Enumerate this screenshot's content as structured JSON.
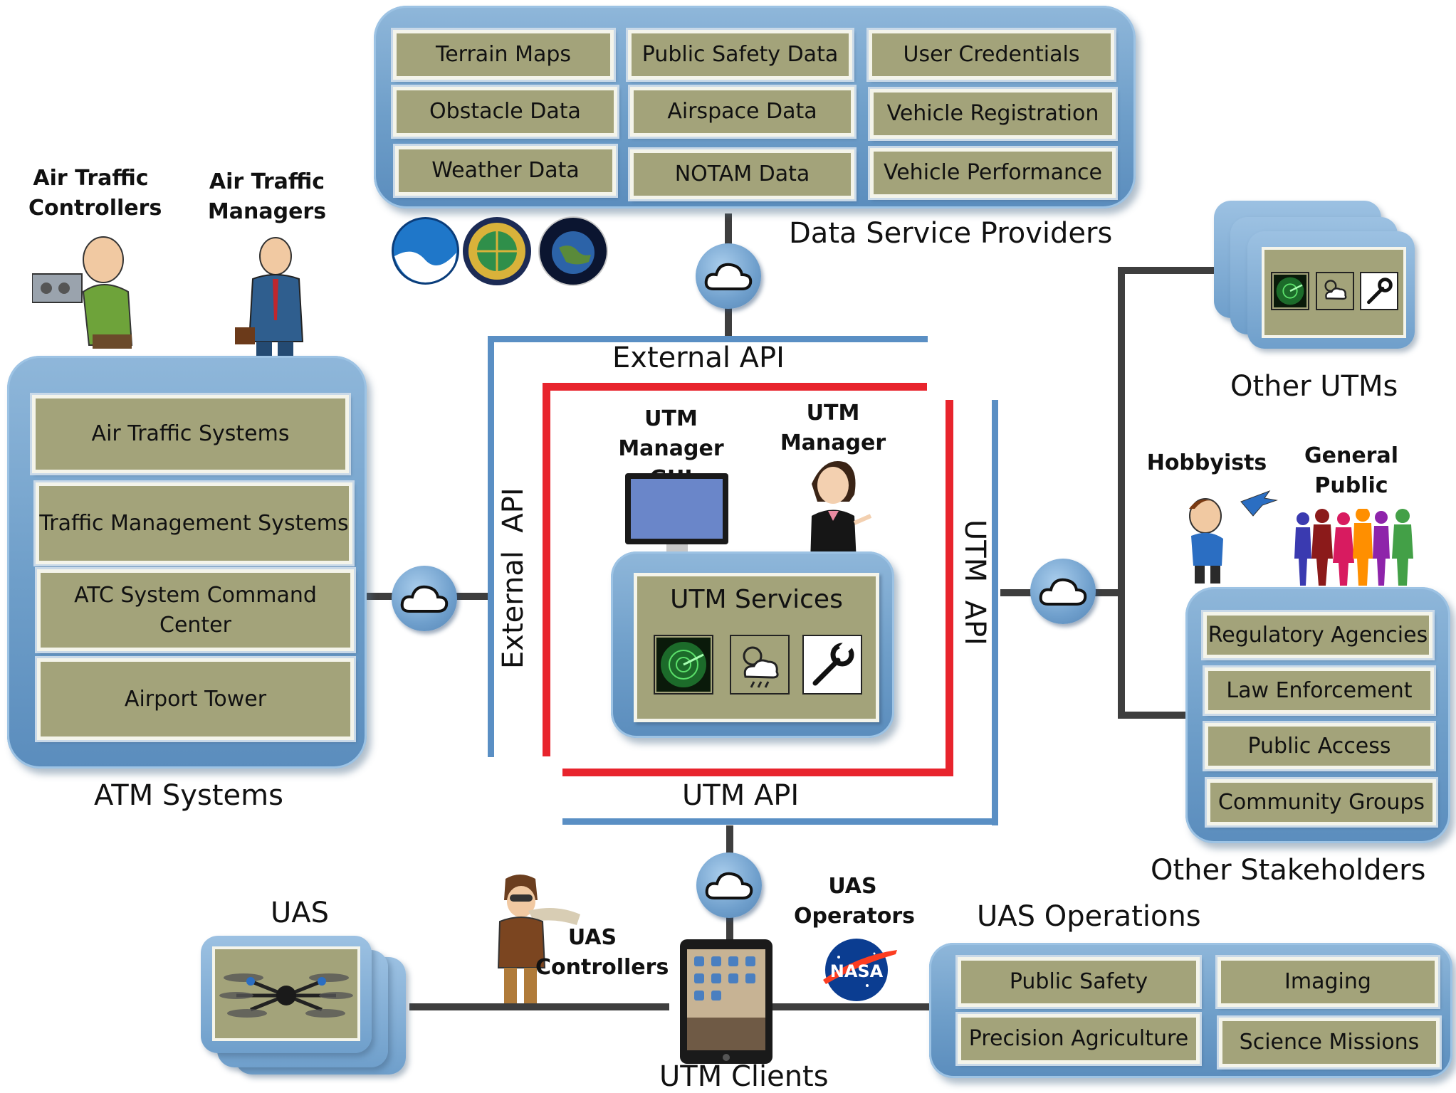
{
  "data_service_providers": {
    "title": "Data Service Providers",
    "items": [
      "Terrain Maps",
      "Public Safety Data",
      "User Credentials",
      "Obstacle Data",
      "Airspace Data",
      "Vehicle Registration",
      "Weather Data",
      "NOTAM Data",
      "Vehicle Performance"
    ],
    "logos": [
      "noaa-logo",
      "faa-logo",
      "nga-logo"
    ]
  },
  "atm": {
    "title": "ATM Systems",
    "items": [
      "Air Traffic Systems",
      "Traffic Management Systems",
      "ATC System Command Center",
      "Airport Tower"
    ],
    "people": [
      "Air Traffic Controllers",
      "Air Traffic Managers"
    ]
  },
  "core": {
    "external_api_top": "External API",
    "external_api_side": "External  API",
    "utm_api_side": "UTM  API",
    "utm_api_bottom": "UTM API",
    "gui_label": "UTM Manager GUI",
    "manager_label": "UTM Manager",
    "services_title": "UTM Services",
    "service_icons": [
      "radar-icon",
      "weather-icon",
      "wrench-icon"
    ]
  },
  "other_utms": {
    "title": "Other UTMs",
    "icons": [
      "radar-icon",
      "weather-icon",
      "wrench-icon"
    ]
  },
  "stakeholders": {
    "title": "Other Stakeholders",
    "people": [
      "Hobbyists",
      "General Public"
    ],
    "items": [
      "Regulatory Agencies",
      "Law Enforcement",
      "Public Access",
      "Community Groups"
    ]
  },
  "uas": {
    "title": "UAS",
    "controllers": "UAS Controllers"
  },
  "clients": {
    "title": "UTM Clients",
    "operators": "UAS Operators",
    "operators_logo": "NASA"
  },
  "uas_operations": {
    "title": "UAS Operations",
    "items": [
      "Public Safety",
      "Imaging",
      "Precision Agriculture",
      "Science Missions"
    ]
  },
  "colors": {
    "panel_blue": "#6e9ec9",
    "box_olive": "#a3a37a",
    "api_blue": "#5a8fc4",
    "core_red": "#e8242d"
  }
}
